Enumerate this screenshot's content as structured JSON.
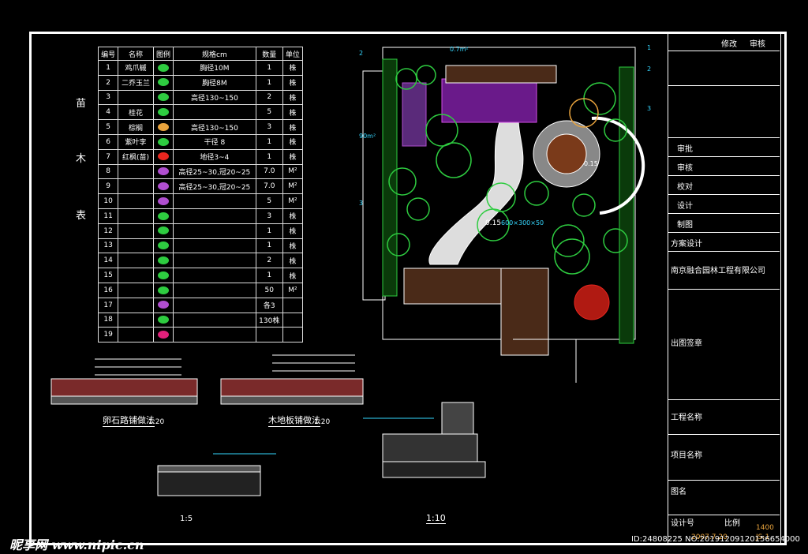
{
  "plant_table": {
    "headers": [
      "编号",
      "名称",
      "图例",
      "规格cm",
      "数量",
      "单位"
    ],
    "side_title": [
      "苗",
      "木",
      "表"
    ],
    "rows": [
      {
        "no": "1",
        "name": "鸡爪槭",
        "spec": "胸径10M",
        "qty": "1",
        "unit": "株",
        "color": "#2ecc40"
      },
      {
        "no": "2",
        "name": "二乔玉兰",
        "spec": "胸径8M",
        "qty": "1",
        "unit": "株",
        "color": "#2ecc40"
      },
      {
        "no": "3",
        "name": "",
        "spec": "高径130~150",
        "qty": "2",
        "unit": "株",
        "color": "#2ecc40"
      },
      {
        "no": "4",
        "name": "桂花",
        "spec": "",
        "qty": "5",
        "unit": "株",
        "color": "#2ecc40"
      },
      {
        "no": "5",
        "name": "棕榈",
        "spec": "高径130~150",
        "qty": "3",
        "unit": "株",
        "color": "#e8a33d"
      },
      {
        "no": "6",
        "name": "紫叶李",
        "spec": "干径 8",
        "qty": "1",
        "unit": "株",
        "color": "#2ecc40"
      },
      {
        "no": "7",
        "name": "红枫(苗)",
        "spec": "地径3~4",
        "qty": "1",
        "unit": "株",
        "color": "#e8261f"
      },
      {
        "no": "8",
        "name": "",
        "spec": "高径25~30,冠20~25",
        "qty": "7.0",
        "unit": "M²",
        "color": "#b04ed0"
      },
      {
        "no": "9",
        "name": "",
        "spec": "高径25~30,冠20~25",
        "qty": "7.0",
        "unit": "M²",
        "color": "#b04ed0"
      },
      {
        "no": "10",
        "name": "",
        "spec": "",
        "qty": "5",
        "unit": "M²",
        "color": "#b04ed0"
      },
      {
        "no": "11",
        "name": "",
        "spec": "",
        "qty": "3",
        "unit": "株",
        "color": "#2ecc40"
      },
      {
        "no": "12",
        "name": "",
        "spec": "",
        "qty": "1",
        "unit": "株",
        "color": "#2ecc40"
      },
      {
        "no": "13",
        "name": "",
        "spec": "",
        "qty": "1",
        "unit": "株",
        "color": "#2ecc40"
      },
      {
        "no": "14",
        "name": "",
        "spec": "",
        "qty": "2",
        "unit": "株",
        "color": "#2ecc40"
      },
      {
        "no": "15",
        "name": "",
        "spec": "",
        "qty": "1",
        "unit": "株",
        "color": "#2ecc40"
      },
      {
        "no": "16",
        "name": "",
        "spec": "",
        "qty": "50",
        "unit": "M²",
        "color": "#2ecc40"
      },
      {
        "no": "17",
        "name": "",
        "spec": "",
        "qty": "各3",
        "unit": "",
        "color": "#b04ed0"
      },
      {
        "no": "18",
        "name": "",
        "spec": "",
        "qty": "130株",
        "unit": "",
        "color": "#2ecc40"
      },
      {
        "no": "19",
        "name": "",
        "spec": "",
        "qty": "",
        "unit": "",
        "color": "#e0207a"
      }
    ]
  },
  "title_block": {
    "header_cols": [
      "修改",
      "审核"
    ],
    "rows": [
      "审批",
      "审核",
      "校对",
      "设计",
      "制图",
      "方案设计"
    ],
    "company": "南京融合园林工程有限公司",
    "chuhui": "出图签章",
    "gongcheng": "工程名称",
    "xiangmu": "项目名称",
    "tuming": "图名",
    "sheji_hao": "设计号",
    "bili": "比例",
    "scale_val": "1400",
    "date": "2007.7.20",
    "sheet": "JS-1"
  },
  "sections": {
    "pebble_caption": "卵石路铺做法",
    "wood_caption": "木地板铺做法",
    "scale_a": "1:20",
    "scale_b": "1:20",
    "detail_caption": "1:5",
    "water_caption": "1:10"
  },
  "plan_labels": {
    "a1": "90m²",
    "a2": "0.15",
    "a3": "0.15",
    "a4": "600×300×50",
    "a5": "0.7m²",
    "r1": "1",
    "r2": "2",
    "r3": "3",
    "l1": "2",
    "l2": "3"
  },
  "watermark": {
    "site": "昵享网 www.nipic.cn",
    "id": "ID:24808225 NO:20191209120156654000"
  }
}
